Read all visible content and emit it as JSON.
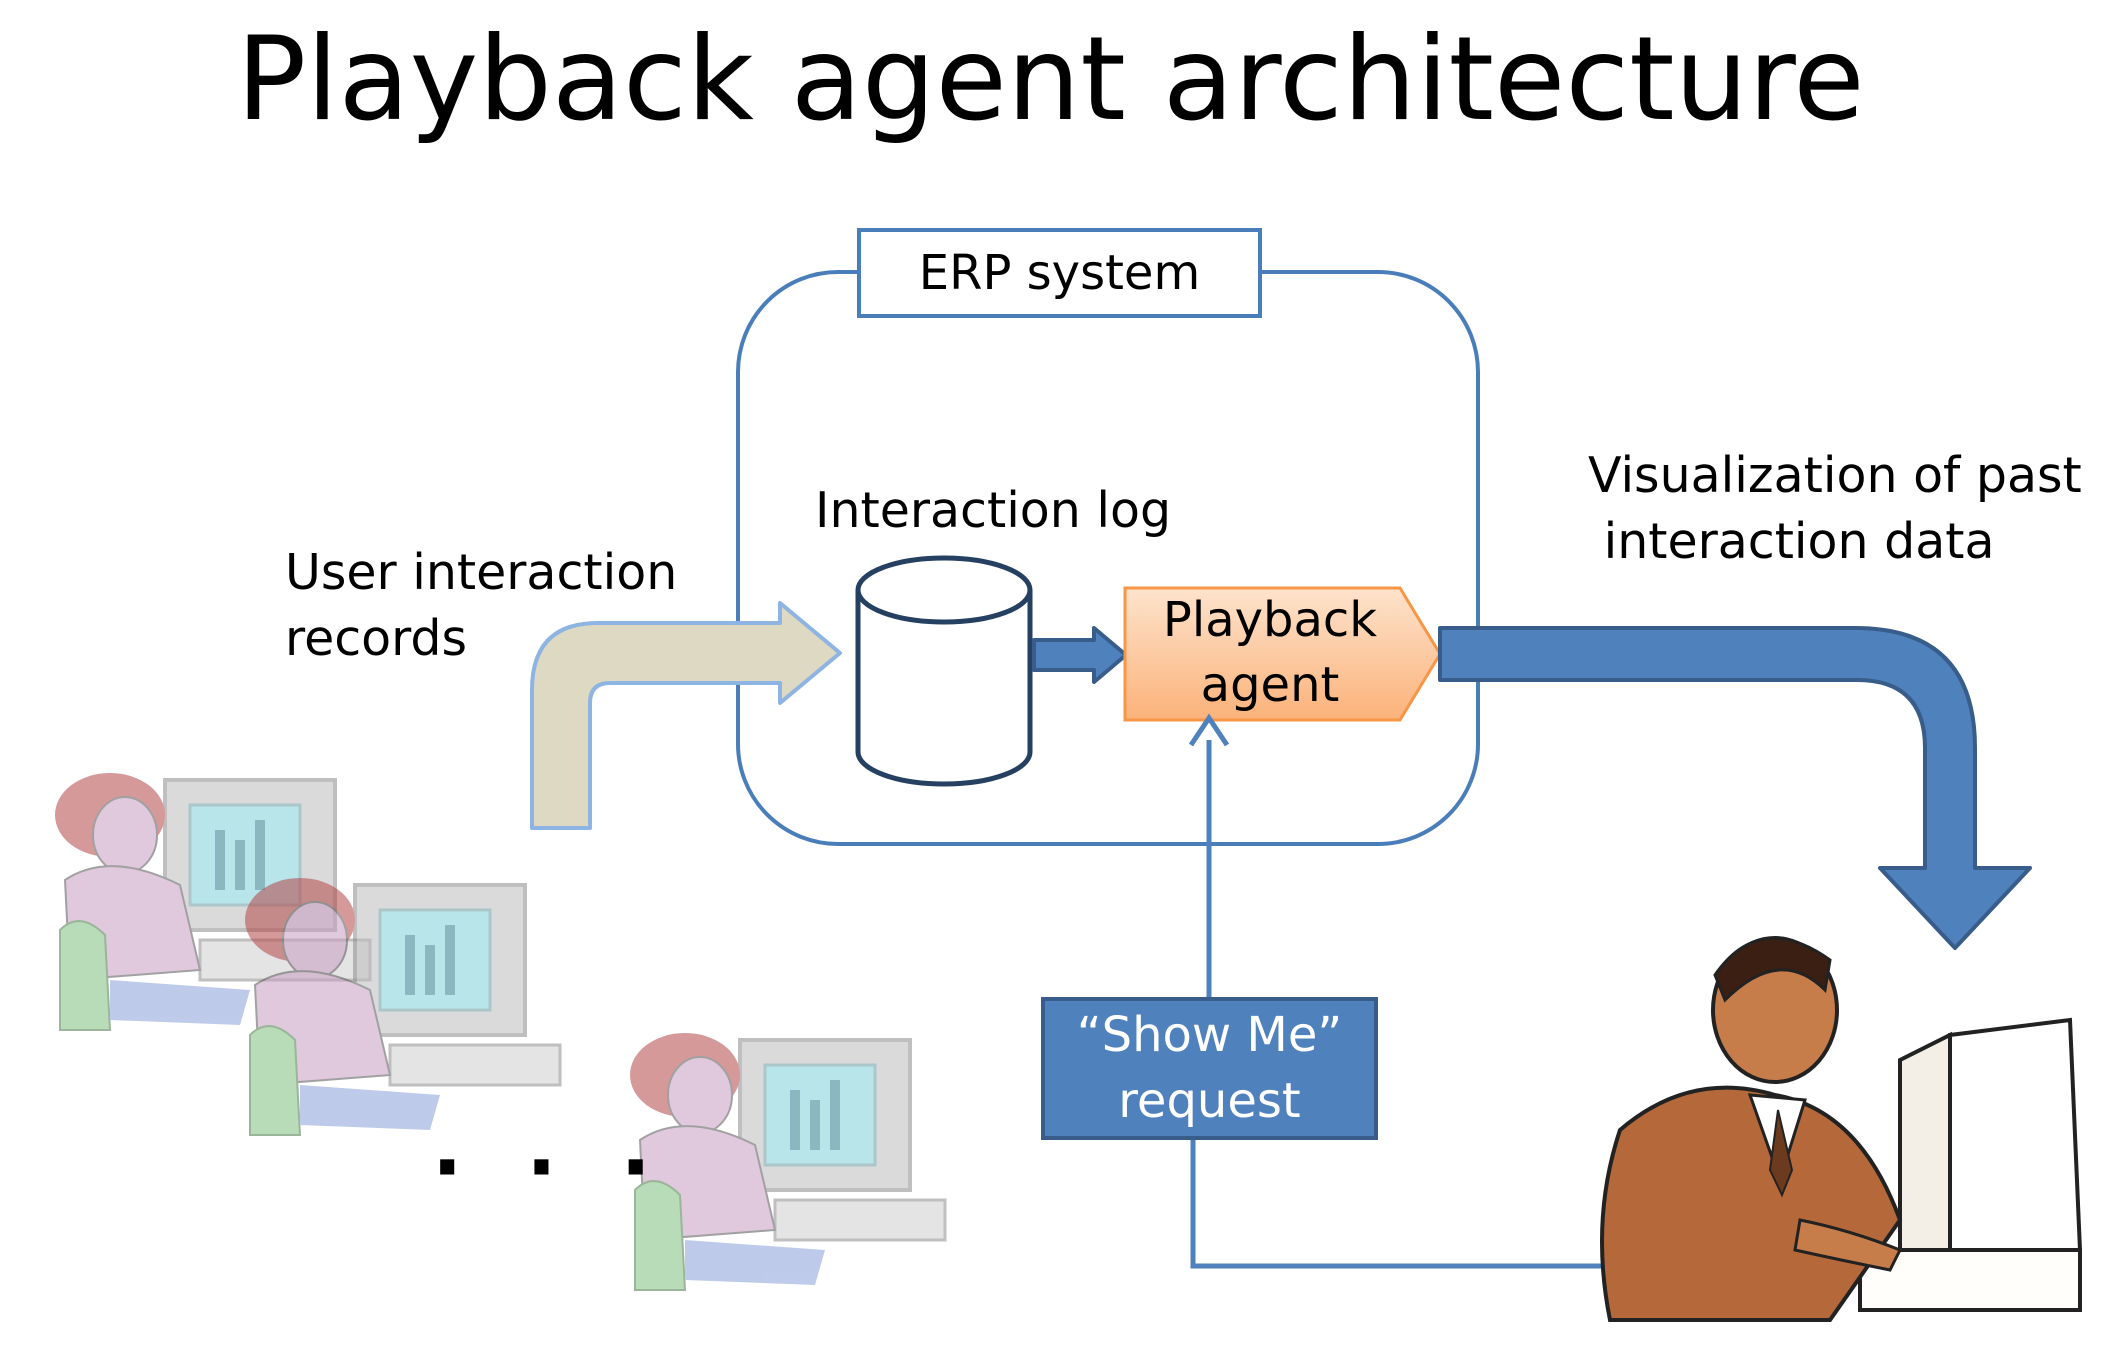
{
  "title": "Playback agent architecture",
  "erp_system_label": "ERP system",
  "interaction_log_label": "Interaction log",
  "playback_agent_label": "Playback\nagent",
  "user_records_label": "User interaction\nrecords",
  "visualization_label": "Visualization of past\n interaction data",
  "show_me_label": "“Show Me”\nrequest",
  "ellipsis": "· · ·",
  "colors": {
    "erp_border": "#4a7ebb",
    "agent_fill": "#fbc38f",
    "agent_border": "#f79646",
    "arrow_blue": "#4f81bd",
    "input_arrow_fill": "#ddd9c3",
    "input_arrow_border": "#8eb4e3"
  },
  "icons": [
    "database-icon",
    "office-worker-icon",
    "manager-at-computer-icon"
  ]
}
